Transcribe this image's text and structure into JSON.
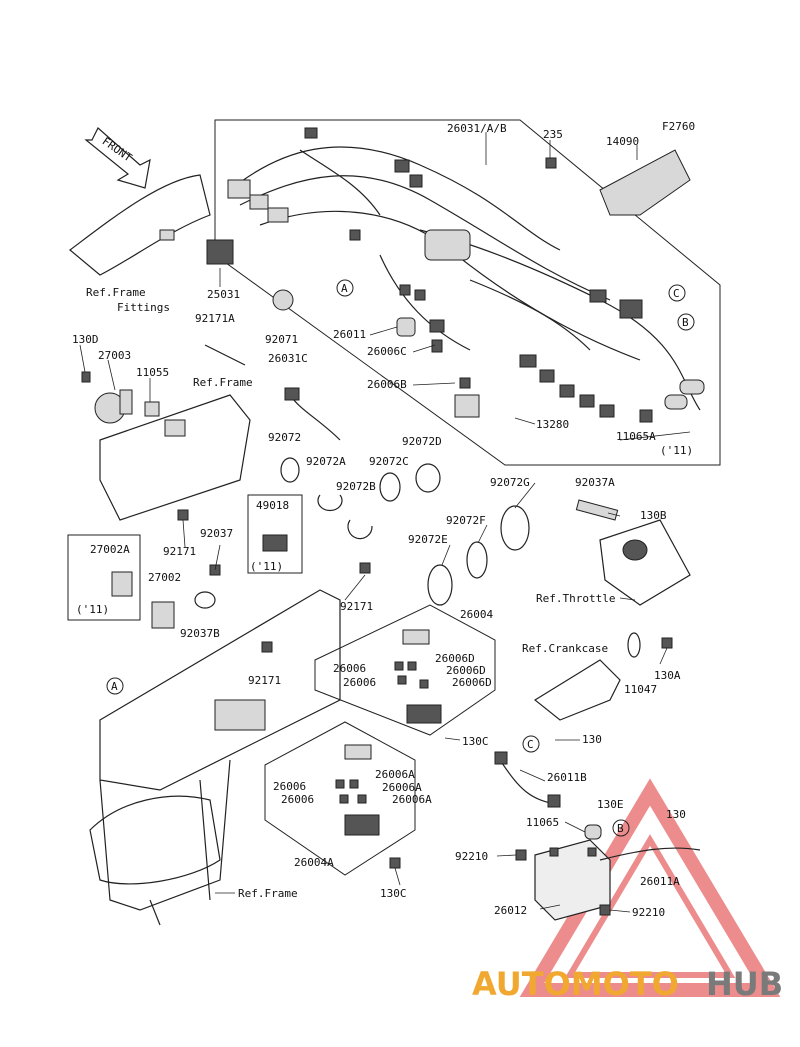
{
  "figure_code": "F2760",
  "front_label": "FRONT",
  "labels": {
    "harness_main": "26031/A/B",
    "bolt_235": "235",
    "cover_14090": "14090",
    "relay_25031": "25031",
    "ref_frame_fittings_1": "Ref.Frame",
    "ref_frame_fittings_2": "Fittings",
    "clamp_92171A": "92171A",
    "grommet_92071": "92071",
    "harness_26031C": "26031C",
    "bolt_130D": "130D",
    "horn_27003": "27003",
    "bracket_11055": "11055",
    "ref_frame_1": "Ref.Frame",
    "conn_26011": "26011",
    "conn_26006C": "26006C",
    "conn_26006B": "26006B",
    "bracket_13280": "13280",
    "bracket_11065A": "11065A",
    "year_11_a": "('11)",
    "band_92072": "92072",
    "band_92072A": "92072A",
    "band_92072B": "92072B",
    "band_92072C": "92072C",
    "band_92072D": "92072D",
    "band_92072G": "92072G",
    "band_92072F": "92072F",
    "band_92072E": "92072E",
    "fuse_49018": "49018",
    "year_11_b": "('11)",
    "clamp_92171_1": "92171",
    "clamp_92037": "92037",
    "relay_27002A": "27002A",
    "year_11_c": "('11)",
    "relay_27002": "27002",
    "clamp_92037B": "92037B",
    "clamp_92171_2": "92171",
    "clamp_92171_3": "92171",
    "cover_92037A": "92037A",
    "bolt_130B": "130B",
    "ref_throttle": "Ref.Throttle",
    "fusebox_26004": "26004",
    "fuse_26006_1": "26006",
    "fuse_26006_2": "26006",
    "fuse_26006D_1": "26006D",
    "fuse_26006D_2": "26006D",
    "fuse_26006D_3": "26006D",
    "ref_crankcase": "Ref.Crankcase",
    "bolt_130A": "130A",
    "lead_11047": "11047",
    "bolt_130C_1": "130C",
    "bolt_130": "130",
    "cable_26011B": "26011B",
    "fuse_26006_3": "26006",
    "fuse_26006_4": "26006",
    "fuse_26006A_1": "26006A",
    "fuse_26006A_2": "26006A",
    "bolt_130E": "130E",
    "bracket_11065": "11065",
    "bolt_130_b": "130",
    "fusebox_26004A": "26004A",
    "pad_92210_1": "92210",
    "cable_26011A": "26011A",
    "bolt_130C_2": "130C",
    "ref_frame_2": "Ref.Frame",
    "battery_26012": "26012",
    "pad_92210_2": "92210"
  },
  "callouts": {
    "a1": "A",
    "a2": "A",
    "b1": "B",
    "b2": "B",
    "c1": "C",
    "c2": "C"
  },
  "watermark": {
    "part1": "AUTOMOTO",
    "part2": "HUB",
    "colors": {
      "orange": "#f0a830",
      "gray": "#7a7a7a",
      "red": "#e03030"
    }
  }
}
